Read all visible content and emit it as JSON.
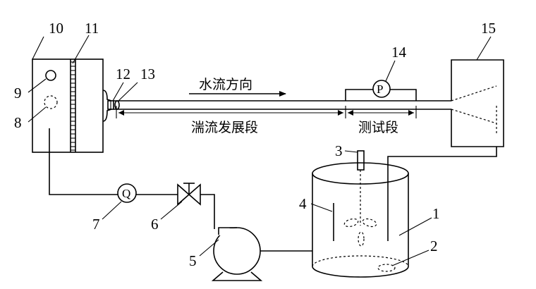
{
  "labels": {
    "flow_direction": "水流方向",
    "turbulence_section": "湍流发展段",
    "test_section": "测试段",
    "pressure_symbol": "P",
    "flow_symbol": "Q"
  },
  "numbers": {
    "n1": "1",
    "n2": "2",
    "n3": "3",
    "n4": "4",
    "n5": "5",
    "n6": "6",
    "n7": "7",
    "n8": "8",
    "n9": "9",
    "n10": "10",
    "n11": "11",
    "n12": "12",
    "n13": "13",
    "n14": "14",
    "n15": "15"
  }
}
